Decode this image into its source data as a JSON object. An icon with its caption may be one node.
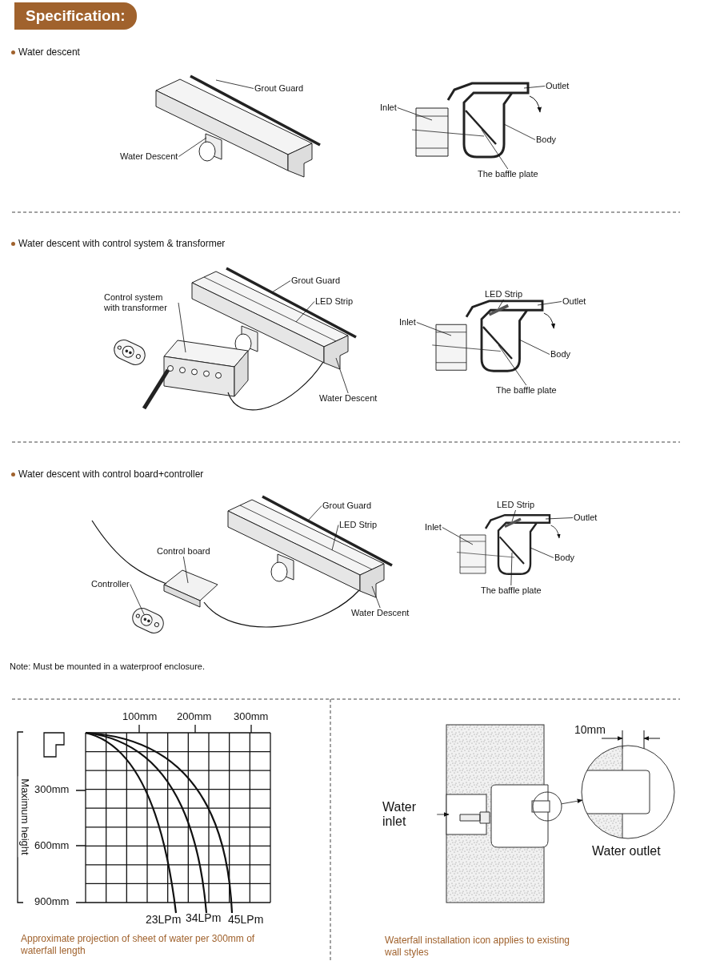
{
  "diagram": {
    "title": "Specification:",
    "nodes": [
      {
        "text": [
          "Grout  Guard"
        ]
      },
      {
        "text": [
          "Water Descent"
        ]
      },
      {
        "text": [
          "Inlet"
        ]
      },
      {
        "text": [
          "Outlet"
        ]
      },
      {
        "text": [
          "Body"
        ]
      },
      {
        "text": [
          "The baffle plate"
        ]
      },
      {
        "text": [
          "Grout Guard"
        ]
      },
      {
        "text": [
          "LED Strip"
        ]
      },
      {
        "text": [
          "Control system with transformer"
        ]
      },
      {
        "text": [
          "Water Descent"
        ]
      },
      {
        "text": [
          "LED Strip"
        ]
      },
      {
        "text": [
          "Outlet"
        ]
      },
      {
        "text": [
          "Inlet"
        ]
      },
      {
        "text": [
          "Body"
        ]
      },
      {
        "text": [
          "The baffle plate"
        ]
      },
      {
        "text": [
          "Grout Guard"
        ]
      },
      {
        "text": [
          "LED  Strip"
        ]
      },
      {
        "text": [
          "Control board"
        ]
      },
      {
        "text": [
          "Controller"
        ]
      },
      {
        "text": [
          "Water Descent"
        ]
      },
      {
        "text": [
          "LED Strip"
        ]
      },
      {
        "text": [
          "Outlet"
        ]
      },
      {
        "text": [
          "Inlet"
        ]
      },
      {
        "text": [
          "Body"
        ]
      },
      {
        "text": [
          "The baffle plate"
        ]
      },
      {
        "text": [
          "Water inlet"
        ]
      },
      {
        "text": [],
        "shape": "circle"
      },
      {
        "text": [],
        "shape": "circle",
        "beside": [
          "Water outlet"
        ]
      },
      {
        "text": [],
        "shape": "picture"
      },
      {
        "text": [],
        "shape": "picture"
      },
      {
        "text": [],
        "shape": "picture"
      },
      {
        "text": [],
        "shape": "picture"
      },
      {
        "text": [],
        "shape": "picture"
      },
      {
        "text": [],
        "shape": "picture"
      },
      {
        "text": [],
        "shape": "picture"
      },
      {
        "text": [],
        "shape": "picture"
      },
      {
        "text": [],
        "shape": "picture"
      },
      {
        "text": [],
        "shape": "picture"
      }
    ],
    "edges": [
      {
        "from": 0,
        "to": 32,
        "arrow": "none"
      },
      {
        "from": 1,
        "to": 32,
        "arrow": "none"
      },
      {
        "from": 2,
        "to": 33,
        "arrow": "none"
      },
      {
        "from": 3,
        "to": 33,
        "arrow": "none"
      },
      {
        "from": 4,
        "to": 33,
        "arrow": "none"
      },
      {
        "from": 5,
        "to": 33,
        "arrow": "none"
      },
      {
        "from": 6,
        "to": 28,
        "arrow": "none"
      },
      {
        "from": 7,
        "to": 28,
        "arrow": "none"
      },
      {
        "from": 8,
        "to": 29,
        "arrow": "none"
      },
      {
        "from": 9,
        "to": 28,
        "arrow": "none"
      },
      {
        "from": 10,
        "to": 34,
        "arrow": "none"
      },
      {
        "from": 11,
        "to": 34,
        "arrow": "none"
      },
      {
        "from": 12,
        "to": 34,
        "arrow": "none"
      },
      {
        "from": 13,
        "to": 34,
        "arrow": "none"
      },
      {
        "from": 14,
        "to": 34,
        "arrow": "none"
      },
      {
        "from": 15,
        "to": 30,
        "arrow": "none"
      },
      {
        "from": 16,
        "to": 30,
        "arrow": "none"
      },
      {
        "from": 17,
        "to": 31,
        "arrow": "none"
      },
      {
        "from": 18,
        "to": 36,
        "arrow": "none"
      },
      {
        "from": 19,
        "to": 30,
        "arrow": "none"
      },
      {
        "from": 20,
        "to": 35,
        "arrow": "none"
      },
      {
        "from": 21,
        "to": 35,
        "arrow": "none"
      },
      {
        "from": 22,
        "to": 35,
        "arrow": "none"
      },
      {
        "from": 23,
        "to": 35,
        "arrow": "none"
      },
      {
        "from": 24,
        "to": 35,
        "arrow": "none"
      },
      {
        "from": 25,
        "to": 37,
        "arrow": "to"
      },
      {
        "from": 26,
        "to": 27,
        "arrow": "to"
      },
      {
        "from": 29,
        "to": 28,
        "arrow": "none"
      },
      {
        "from": 31,
        "to": 30,
        "arrow": "none"
      },
      {
        "from": null,
        "to": 31,
        "arrow": "none"
      }
    ],
    "labels": [
      "Water descent",
      "Water descent with control system & transformer",
      "Water descent with control board+controller",
      "Note: Must be mounted in a waterproof enclosure.",
      "100mm",
      "200mm",
      "300mm",
      "10mm",
      "Maximum height",
      "300mm",
      "600mm",
      "900mm",
      "23LPm",
      "34LPm",
      "45LPm",
      "Approximate projection of sheet of  water per 300mm of waterfall length",
      "Waterfall  installation  icon applies to existing wall styles"
    ]
  }
}
